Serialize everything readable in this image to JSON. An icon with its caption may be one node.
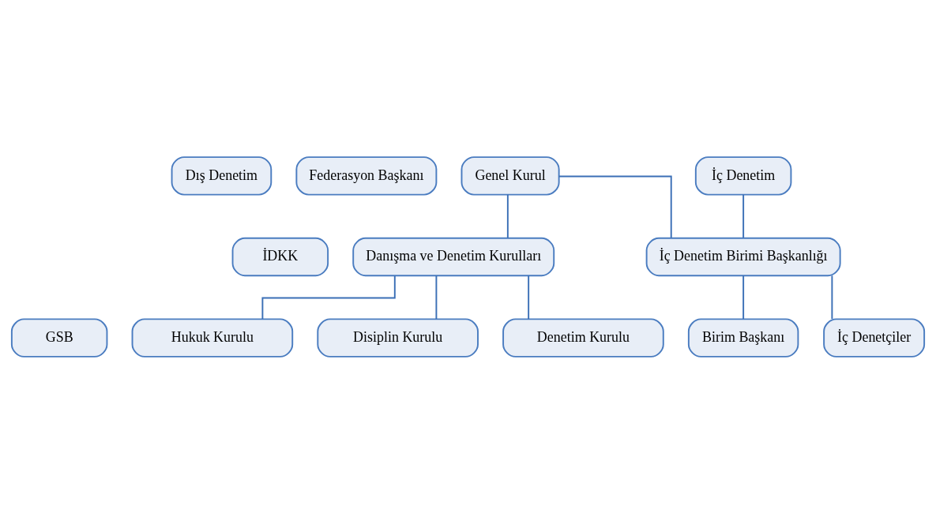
{
  "diagram": {
    "nodes": [
      {
        "text": [
          "Dış Denetim"
        ]
      },
      {
        "text": [
          "İDKK"
        ]
      },
      {
        "text": [
          "GSB"
        ]
      },
      {
        "text": [
          "Federasyon Başkanı"
        ]
      },
      {
        "text": [
          "Genel Kurul"
        ]
      },
      {
        "text": [
          "İç Denetim"
        ]
      },
      {
        "text": [
          "Danışma ve Denetim Kurulları"
        ]
      },
      {
        "text": [
          "İç Denetim Birimi Başkanlığı"
        ]
      },
      {
        "text": [
          "Birim Başkanı"
        ]
      },
      {
        "text": [
          "İç Denetçiler"
        ]
      },
      {
        "text": [
          "Hukuk Kurulu"
        ]
      },
      {
        "text": [
          "Disiplin Kurulu"
        ]
      },
      {
        "text": [
          "Denetim Kurulu"
        ]
      }
    ],
    "edges": [
      {
        "from": 4,
        "to": 6,
        "arrow": "none"
      },
      {
        "from": 4,
        "to": 7,
        "arrow": "none"
      },
      {
        "from": 5,
        "to": 7,
        "arrow": "none"
      },
      {
        "from": 7,
        "to": 8,
        "arrow": "none"
      },
      {
        "from": 7,
        "to": 9,
        "arrow": "none"
      },
      {
        "from": 6,
        "to": 10,
        "arrow": "none"
      },
      {
        "from": 6,
        "to": 11,
        "arrow": "none"
      },
      {
        "from": 6,
        "to": 12,
        "arrow": "none"
      }
    ]
  }
}
